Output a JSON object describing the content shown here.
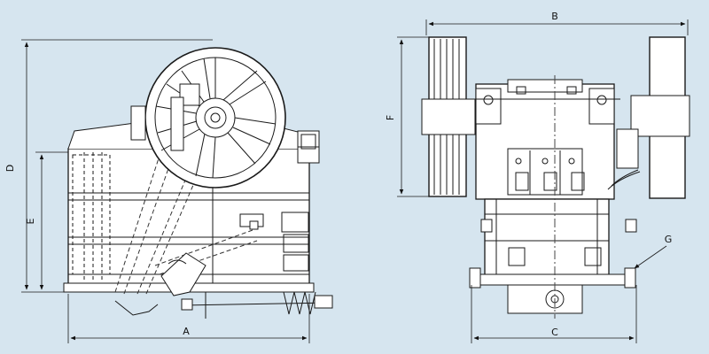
{
  "dimension_labels": {
    "A": "A",
    "B": "B",
    "C": "C",
    "D": "D",
    "E": "E",
    "F": "F",
    "G": "G"
  },
  "colors": {
    "background": "#d6e5ef",
    "line": "#1a1a1a",
    "hidden_line": "#333333",
    "light_fill": "#ffffff"
  },
  "views": [
    "side-elevation",
    "front-elevation"
  ]
}
